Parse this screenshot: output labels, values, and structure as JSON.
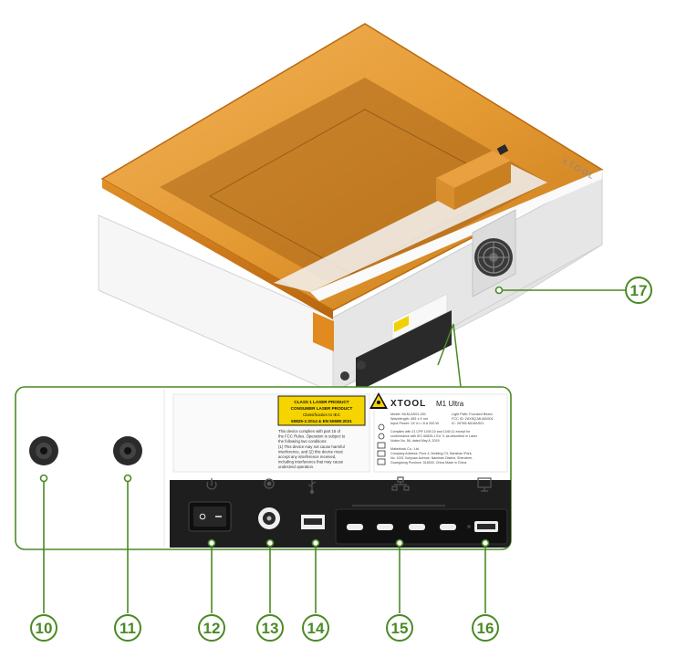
{
  "product": {
    "logo_text": "XTOOL",
    "brand": "XTOOL",
    "model_name": "M1 Ultra",
    "model_line": "Model: MLM-AS01-001",
    "wavelength": "Wavelength: 455 ± 5 nm",
    "input_power": "Input Power: 24 V== 8 A 200 W",
    "light_path": "Light Path: Focused Beam",
    "fcc_id": "FCC ID: 2AY8Q-MLMAS01",
    "ic_id": "IC: 26765-MLMAS01",
    "compliance_1": "Complies with 21 CFR 1040.10 and 1040.11 except for",
    "compliance_2": "conformance with IEC 60825-1 Ed. 3, as described in Laser",
    "compliance_3": "Notice No. 56, dated May 8, 2019.",
    "company": "Makeblock Co., Ltd.",
    "address_1": "Company Address: Floor 4, Building C3, Nanshan iPark,",
    "address_2": "No. 1001 Xueyuan Avenue, Nanshan District, Shenzhen,",
    "address_3": "Guangdong Province, 518000, China        Made in China"
  },
  "warning_label": {
    "line1": "CLASS 1 LASER PRODUCT",
    "line2": "CONSUMER LASER PRODUCT",
    "line3": "Classification to IEC",
    "line4": "60825-1:2014 & EN 50689:2021"
  },
  "fcc_notice": [
    "This device complies with part 15 of",
    "the FCC Rules. Operation is subject to",
    "the following two conditions:",
    "(1) This device may not cause harmful",
    "interference, and (2) this device must",
    "accept any interference received,",
    "including interference that may cause",
    "undesired operation."
  ],
  "port_icons": [
    "power-switch-icon",
    "dc-power-icon",
    "usb-icon",
    "network-icon",
    "monitor-icon"
  ],
  "callouts": [
    "10",
    "11",
    "12",
    "13",
    "14",
    "15",
    "16",
    "17"
  ],
  "colors": {
    "accent": "#4a8a24",
    "lid": "#d98a1f",
    "panel": "#1e1e1e"
  }
}
